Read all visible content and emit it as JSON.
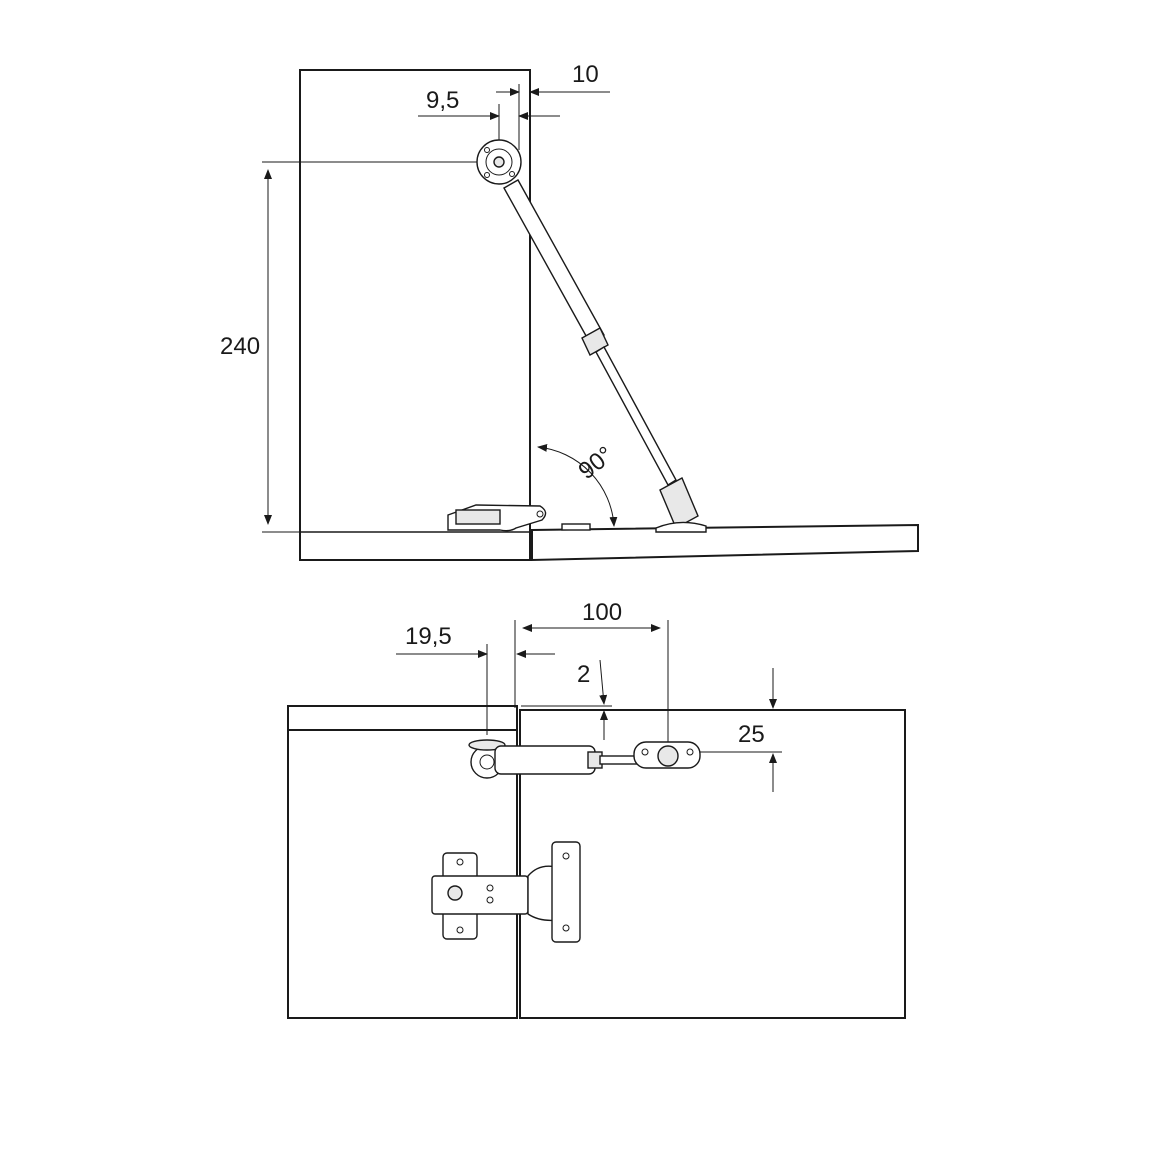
{
  "side_view": {
    "dim_10": "10",
    "dim_9_5": "9,5",
    "dim_240": "240",
    "angle_90": "90°"
  },
  "top_view": {
    "dim_100": "100",
    "dim_19_5": "19,5",
    "dim_2": "2",
    "dim_25": "25"
  },
  "colors": {
    "line": "#1a1a1a",
    "part_fill": "#e8e8e8",
    "background": "#ffffff"
  }
}
